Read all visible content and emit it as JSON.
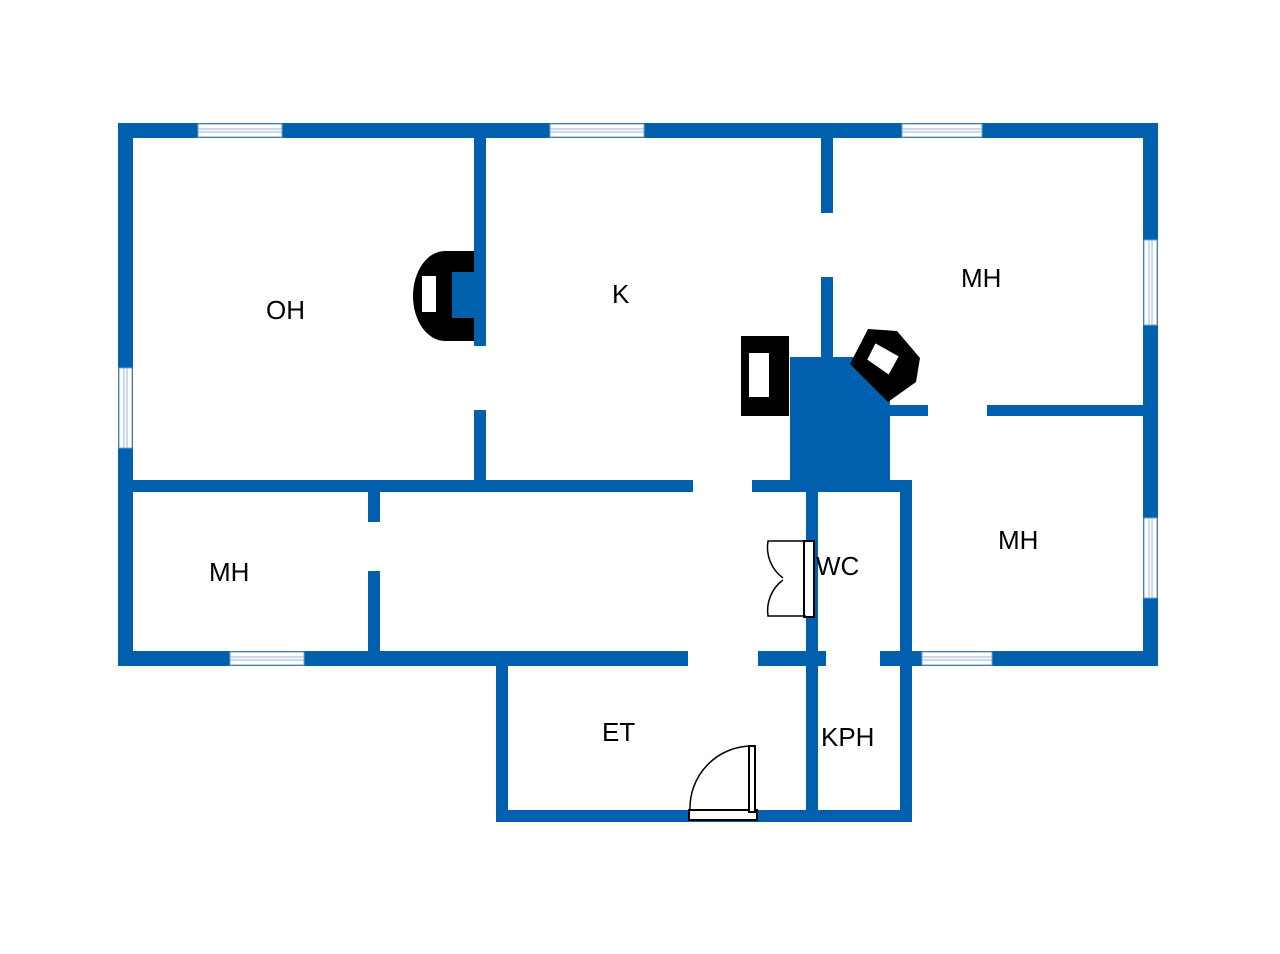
{
  "rooms": {
    "oh": "OH",
    "k": "K",
    "mh_upper_right": "MH",
    "mh_lower_right": "MH",
    "mh_left": "MH",
    "wc": "WC",
    "et": "ET",
    "kph": "KPH"
  },
  "colors": {
    "wall": "#0060ad",
    "fixture": "#000000",
    "background": "#ffffff"
  }
}
